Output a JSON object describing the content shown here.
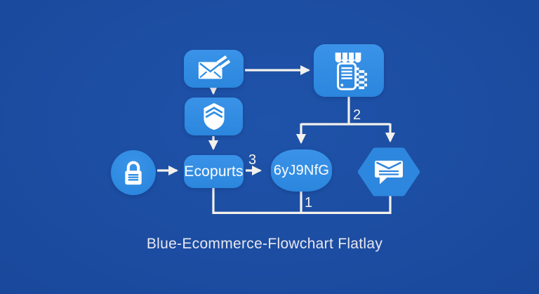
{
  "caption": "Blue-Ecommerce-Flowchart Flatlay",
  "colors": {
    "background": "#1c4da2",
    "node_fill": "#2e8ce2",
    "connector": "#f3f1ec",
    "text": "#f7f9ff"
  },
  "nodes": {
    "lock": {
      "icon": "lock-icon"
    },
    "email": {
      "icon": "envelope-pencil-icon"
    },
    "package": {
      "icon": "package-layers-icon"
    },
    "store": {
      "icon": "storefront-phone-icon"
    },
    "ecopurts": {
      "label": "Ecopurts"
    },
    "process": {
      "label": "6yJ9NfG"
    },
    "chat": {
      "icon": "chat-bubble-icon"
    }
  },
  "edge_labels": {
    "bottom_bus": "1",
    "store_branch": "2",
    "ecopurts_to_process": "3"
  }
}
